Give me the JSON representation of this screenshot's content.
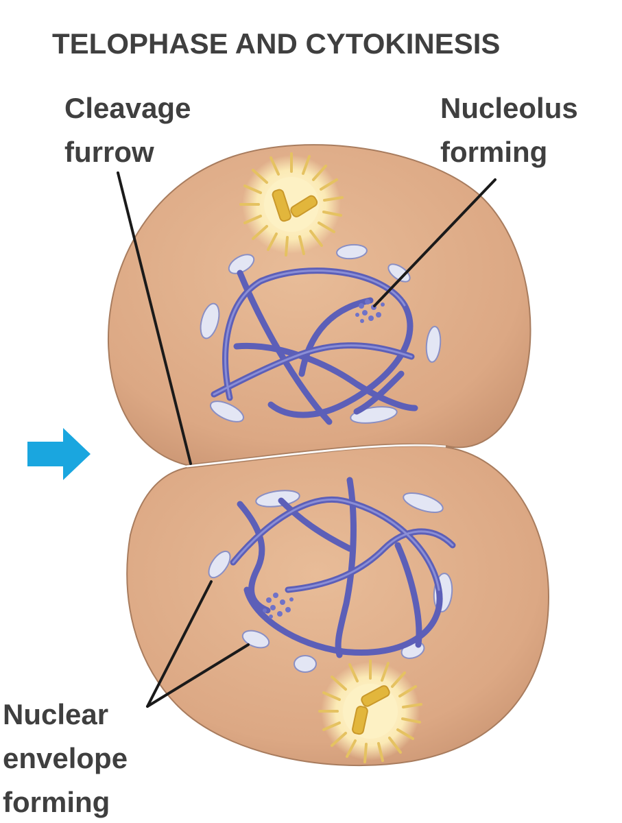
{
  "title": "TELOPHASE AND CYTOKINESIS",
  "labels": {
    "cleavage_furrow": [
      "Cleavage",
      "furrow"
    ],
    "nucleolus_forming": [
      "Nucleolus",
      "forming"
    ],
    "nuclear_envelope_forming": [
      "Nuclear",
      "envelope",
      "forming"
    ]
  },
  "colors": {
    "cytoplasm": "#dca884",
    "cytoplasm_edge": "#a87c5e",
    "chromosome": "#5c5fb8",
    "envelope_fragment": "#e3e6f4",
    "centrosome_glow": "#fff2c4",
    "centriole": "#e2b63c",
    "arrow": "#1aa6df",
    "leader_line": "#1a1a1a",
    "text": "#3f3f3f"
  },
  "icons": [
    "centrosome-icon",
    "arrow-right-icon"
  ]
}
